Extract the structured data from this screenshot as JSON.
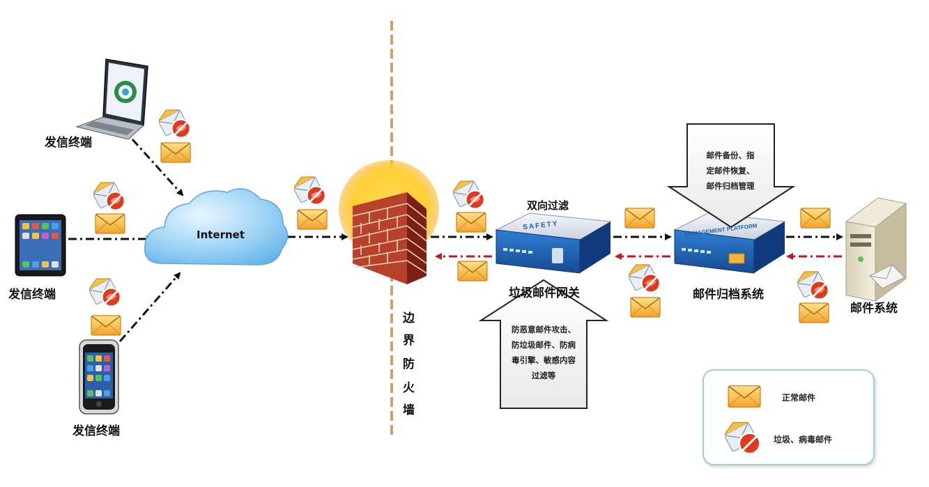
{
  "senders": {
    "laptop_label": "发信终端",
    "tablet_label": "发信终端",
    "phone_label": "发信终端"
  },
  "internet_label": "Internet",
  "firewall": {
    "label_chars": [
      "边",
      "界",
      "防",
      "火",
      "墙"
    ]
  },
  "gateway": {
    "top_label": "双向过滤",
    "bottom_label": "垃圾邮件网关",
    "device_text": "SAFETY",
    "note_lines": [
      "防恶意邮件攻击、",
      "防垃圾邮件、防病",
      "毒引擎、敏感内容",
      "过滤等"
    ]
  },
  "archive": {
    "label": "邮件归档系统",
    "device_text": "MANAGEMENT PLATFORM",
    "note_lines": [
      "邮件备份、指",
      "定邮件恢复、",
      "邮件归档管理"
    ]
  },
  "mail_server": {
    "label": "邮件系统"
  },
  "legend": {
    "normal_mail": "正常邮件",
    "spam_mail": "垃圾、病毒邮件"
  },
  "colors": {
    "envelope": "#f6b53a",
    "spam_badge": "#e03a1e",
    "cloud": "#7fc3ef",
    "device_blue": "#1f5fb0",
    "return_arrow": "#c4161c",
    "firewall_dash": "#c9a46a",
    "legend_border": "#9ccfd8"
  }
}
